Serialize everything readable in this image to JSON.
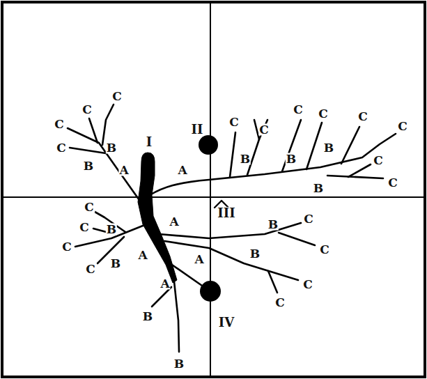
{
  "diagram": {
    "labels": [
      "I",
      "II",
      "III",
      "IV",
      "C",
      "C",
      "C",
      "C",
      "B",
      "B",
      "A",
      "A",
      "C",
      "C",
      "C",
      "C",
      "C",
      "C",
      "C",
      "C",
      "B",
      "B",
      "B",
      "B",
      "C",
      "C",
      "C",
      "C",
      "B",
      "B",
      "A",
      "A",
      "A",
      "A",
      "B",
      "B",
      "B",
      "B",
      "C",
      "C",
      "C",
      "C"
    ]
  }
}
